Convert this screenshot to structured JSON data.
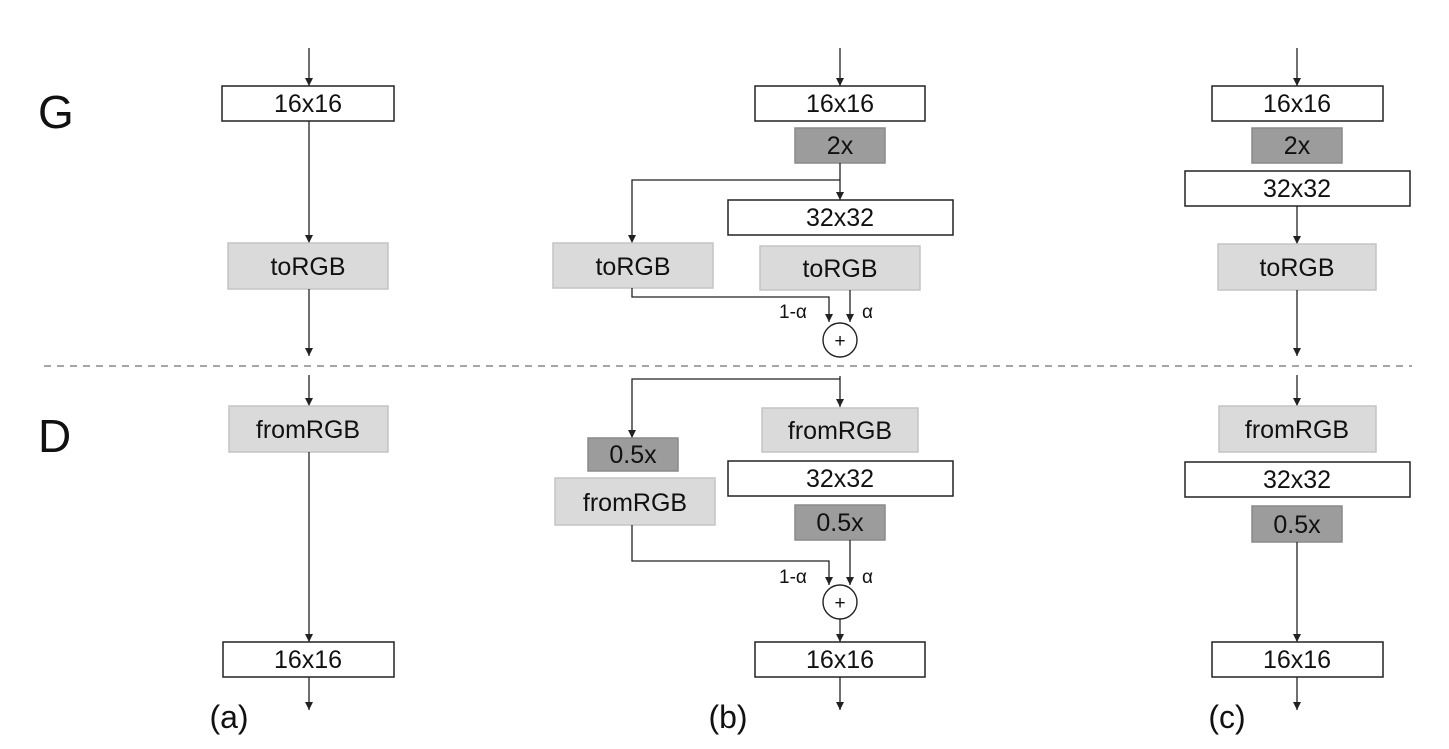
{
  "rows": {
    "generator": "G",
    "discriminator": "D"
  },
  "columns": {
    "a": {
      "caption": "(a)",
      "g": {
        "top": "16x16",
        "torgb": "toRGB"
      },
      "d": {
        "fromrgb": "fromRGB",
        "bottom": "16x16"
      }
    },
    "b": {
      "caption": "(b)",
      "g": {
        "top": "16x16",
        "up": "2x",
        "mid": "32x32",
        "torgb_left": "toRGB",
        "torgb_right": "toRGB",
        "w_left": "1-α",
        "w_right": "α",
        "sum": "+"
      },
      "d": {
        "fromrgb_right": "fromRGB",
        "down_left": "0.5x",
        "fromrgb_left": "fromRGB",
        "mid": "32x32",
        "down_right": "0.5x",
        "w_left": "1-α",
        "w_right": "α",
        "sum": "+",
        "bottom": "16x16"
      }
    },
    "c": {
      "caption": "(c)",
      "g": {
        "top": "16x16",
        "up": "2x",
        "mid": "32x32",
        "torgb": "toRGB"
      },
      "d": {
        "fromrgb": "fromRGB",
        "mid": "32x32",
        "down": "0.5x",
        "bottom": "16x16"
      }
    }
  },
  "colors": {
    "dark_box": "#9c9c9c",
    "light_box": "#dadada",
    "white_box": "#ffffff",
    "divider": "#888888"
  }
}
